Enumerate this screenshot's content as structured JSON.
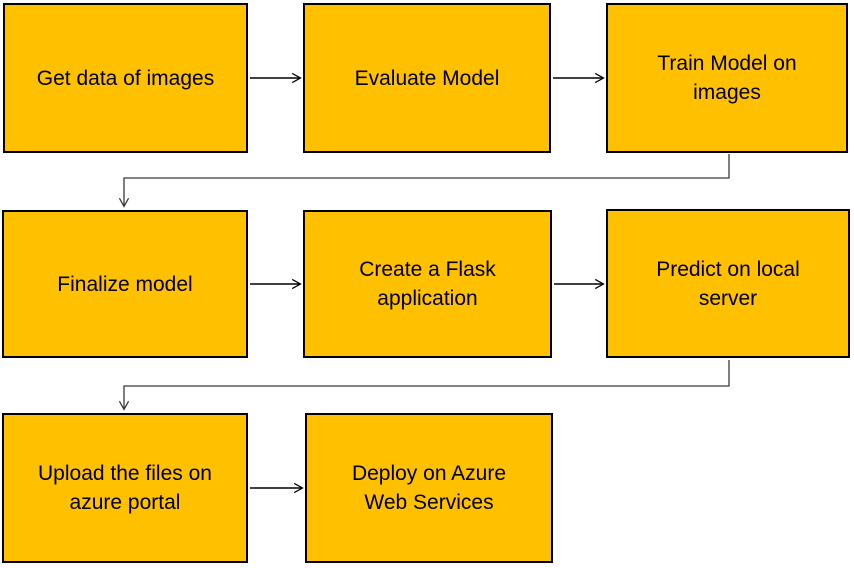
{
  "diagram": {
    "type": "flowchart",
    "colors": {
      "node_fill": "#FFC000",
      "node_border": "#000000",
      "text": "#000000",
      "connector": "#000000",
      "elbow_connector": "#4a4a4a",
      "background": "#FFFFFF"
    },
    "nodes": [
      {
        "id": "get-data",
        "label": "Get data of images"
      },
      {
        "id": "evaluate-model",
        "label": "Evaluate Model"
      },
      {
        "id": "train-model",
        "label": "Train Model on\nimages"
      },
      {
        "id": "finalize-model",
        "label": "Finalize model"
      },
      {
        "id": "create-flask",
        "label": "Create a Flask\napplication"
      },
      {
        "id": "predict-local",
        "label": "Predict on local\nserver"
      },
      {
        "id": "upload-azure",
        "label": "Upload the files on\nazure portal"
      },
      {
        "id": "deploy-azure",
        "label": "Deploy on Azure\nWeb Services"
      }
    ],
    "edges": [
      {
        "from": "get-data",
        "to": "evaluate-model"
      },
      {
        "from": "evaluate-model",
        "to": "train-model"
      },
      {
        "from": "train-model",
        "to": "finalize-model"
      },
      {
        "from": "finalize-model",
        "to": "create-flask"
      },
      {
        "from": "create-flask",
        "to": "predict-local"
      },
      {
        "from": "predict-local",
        "to": "upload-azure"
      },
      {
        "from": "upload-azure",
        "to": "deploy-azure"
      }
    ]
  }
}
